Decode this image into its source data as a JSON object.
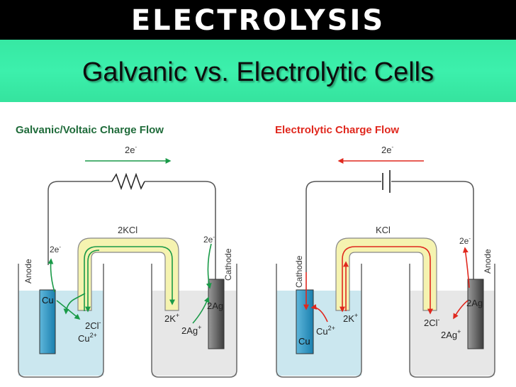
{
  "header": {
    "title": "ELECTROLYSIS"
  },
  "subtitle": "Galvanic vs. Electrolytic Cells",
  "galvanic": {
    "title": "Galvanic/Voltaic Charge Flow",
    "wire_electrons": "2e",
    "wire_electrons_sup": "-",
    "salt_bridge": "2KCl",
    "anode_label": "Anode",
    "cathode_label": "Cathode",
    "anode_metal": "Cu",
    "anode_electrons": "2e",
    "anode_electrons_sup": "-",
    "cathode_electrons": "2e",
    "cathode_electrons_sup": "-",
    "anion": "2Cl",
    "anion_sup": "-",
    "cation_product": "Cu",
    "cation_product_sup": "2+",
    "bridge_cation": "2K",
    "bridge_cation_sup": "+",
    "cathode_ion": "2Ag",
    "cathode_ion_sup": "+",
    "cathode_product": "2Ag",
    "title_color": "#1f6b3a"
  },
  "electrolytic": {
    "title": "Electrolytic Charge Flow",
    "wire_electrons": "2e",
    "wire_electrons_sup": "-",
    "salt_bridge": "KCl",
    "cathode_label": "Cathode",
    "anode_label": "Anode",
    "cathode_metal": "Cu",
    "cathode_ion": "Cu",
    "cathode_ion_sup": "2+",
    "bridge_cation": "2K",
    "bridge_cation_sup": "+",
    "anion": "2Cl",
    "anion_sup": "-",
    "anode_product": "2Ag",
    "anode_ion": "2Ag",
    "anode_ion_sup": "+",
    "anode_electrons": "2e",
    "anode_electrons_sup": "-",
    "title_color": "#e0281e"
  },
  "colors": {
    "header_bg": "#000000",
    "subtitle_bg": "#3cf0ac",
    "galvanic_arrow": "#1a9a48",
    "electrolytic_arrow": "#e0281e",
    "solution": "#cbe7ef",
    "salt_bridge": "#f5f3b0",
    "wire": "#555555"
  }
}
